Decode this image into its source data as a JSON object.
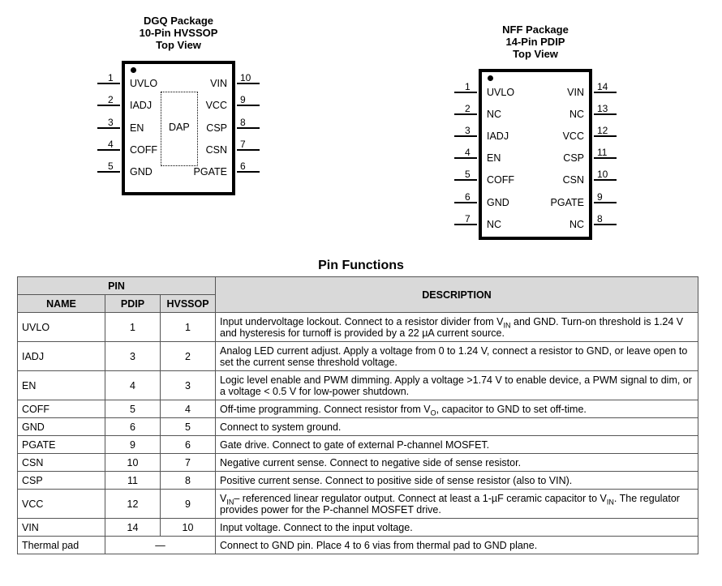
{
  "dgq": {
    "title1": "DGQ Package",
    "title2": "10-Pin HVSSOP",
    "title3": "Top View",
    "dap": "DAP",
    "left": [
      {
        "num": "1",
        "label": "UVLO"
      },
      {
        "num": "2",
        "label": "IADJ"
      },
      {
        "num": "3",
        "label": "EN"
      },
      {
        "num": "4",
        "label": "COFF"
      },
      {
        "num": "5",
        "label": "GND"
      }
    ],
    "right": [
      {
        "num": "10",
        "label": "VIN"
      },
      {
        "num": "9",
        "label": "VCC"
      },
      {
        "num": "8",
        "label": "CSP"
      },
      {
        "num": "7",
        "label": "CSN"
      },
      {
        "num": "6",
        "label": "PGATE"
      }
    ]
  },
  "nff": {
    "title1": "NFF Package",
    "title2": "14-Pin PDIP",
    "title3": "Top View",
    "left": [
      {
        "num": "1",
        "label": "UVLO"
      },
      {
        "num": "2",
        "label": "NC"
      },
      {
        "num": "3",
        "label": "IADJ"
      },
      {
        "num": "4",
        "label": "EN"
      },
      {
        "num": "5",
        "label": "COFF"
      },
      {
        "num": "6",
        "label": "GND"
      },
      {
        "num": "7",
        "label": "NC"
      }
    ],
    "right": [
      {
        "num": "14",
        "label": "VIN"
      },
      {
        "num": "13",
        "label": "NC"
      },
      {
        "num": "12",
        "label": "VCC"
      },
      {
        "num": "11",
        "label": "CSP"
      },
      {
        "num": "10",
        "label": "CSN"
      },
      {
        "num": "9",
        "label": "PGATE"
      },
      {
        "num": "8",
        "label": "NC"
      }
    ]
  },
  "table": {
    "title": "Pin Functions",
    "header_pin": "PIN",
    "header_name": "NAME",
    "header_pdip": "PDIP",
    "header_hvssop": "HVSSOP",
    "header_desc": "DESCRIPTION",
    "rows": [
      {
        "name": "UVLO",
        "pdip": "1",
        "hvssop": "1",
        "d": [
          "Input undervoltage lockout. Connect to a resistor divider from V",
          "IN",
          " and GND. Turn-on threshold is 1.24 V and hysteresis for turnoff is provided by a 22 µA current source."
        ]
      },
      {
        "name": "IADJ",
        "pdip": "3",
        "hvssop": "2",
        "d": [
          "Analog LED current adjust. Apply a voltage from 0 to 1.24 V, connect a resistor to GND, or leave open to set the current sense threshold voltage."
        ]
      },
      {
        "name": "EN",
        "pdip": "4",
        "hvssop": "3",
        "d": [
          "Logic level enable and PWM dimming. Apply a voltage >1.74 V to enable device, a PWM signal to dim, or a voltage < 0.5 V for low-power shutdown."
        ]
      },
      {
        "name": "COFF",
        "pdip": "5",
        "hvssop": "4",
        "d": [
          "Off-time programming. Connect resistor from V",
          "O",
          ", capacitor to GND to set off-time."
        ]
      },
      {
        "name": "GND",
        "pdip": "6",
        "hvssop": "5",
        "d": [
          "Connect to system ground."
        ]
      },
      {
        "name": "PGATE",
        "pdip": "9",
        "hvssop": "6",
        "d": [
          "Gate drive. Connect to gate of external P-channel MOSFET."
        ]
      },
      {
        "name": "CSN",
        "pdip": "10",
        "hvssop": "7",
        "d": [
          "Negative current sense. Connect to negative side of sense resistor."
        ]
      },
      {
        "name": "CSP",
        "pdip": "11",
        "hvssop": "8",
        "d": [
          "Positive current sense. Connect to positive side of sense resistor (also to VIN)."
        ]
      },
      {
        "name": "VCC",
        "pdip": "12",
        "hvssop": "9",
        "d": [
          "V",
          "IN",
          "– referenced linear regulator output. Connect at least a 1-µF ceramic capacitor to V",
          "IN",
          ". The regulator provides power for the P-channel MOSFET drive."
        ]
      },
      {
        "name": "VIN",
        "pdip": "14",
        "hvssop": "10",
        "d": [
          "Input voltage. Connect to the input voltage."
        ]
      },
      {
        "name": "Thermal pad",
        "pdip": "—",
        "hvssop": "",
        "d": [
          "Connect to GND pin. Place 4 to 6 vias from thermal pad to GND plane."
        ]
      }
    ]
  }
}
